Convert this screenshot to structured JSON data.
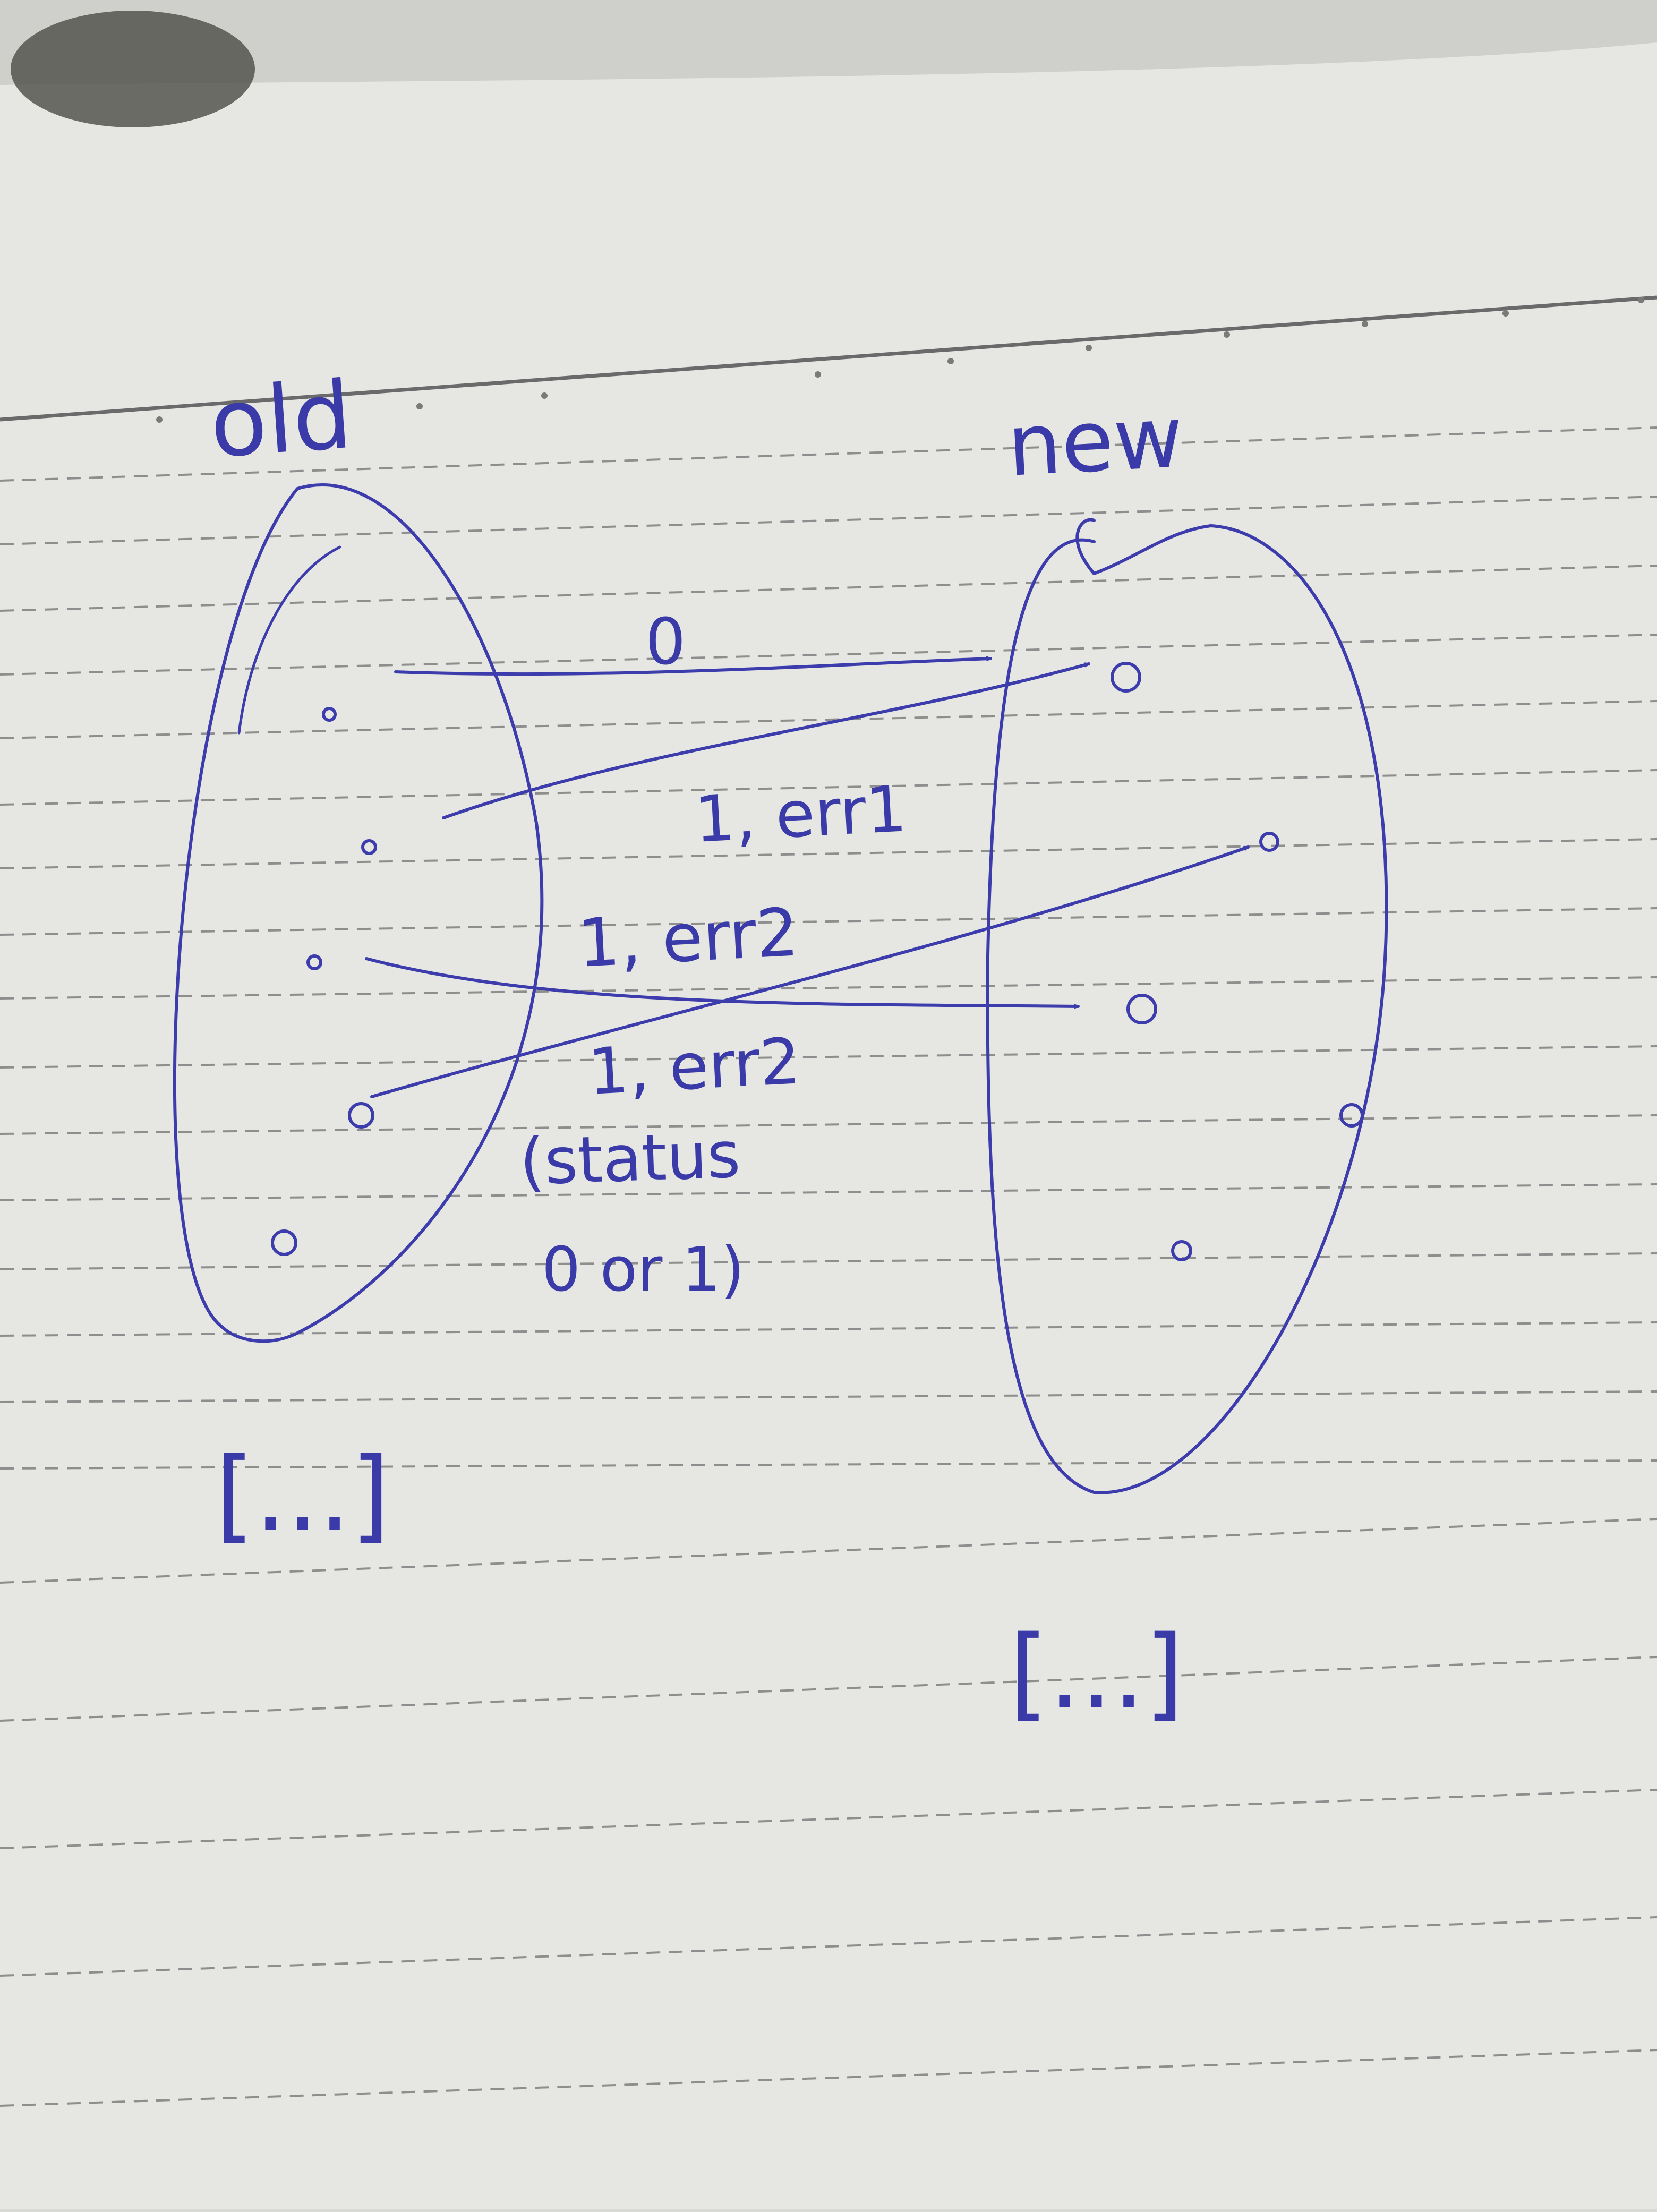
{
  "diagram": {
    "sets": {
      "left": {
        "title": "old",
        "footer": "[...]"
      },
      "right": {
        "title": "new",
        "footer": "[...]"
      }
    },
    "edges": [
      {
        "from": "left-1",
        "to": "right-1",
        "label": "0"
      },
      {
        "from": "left-2",
        "to": "right-1",
        "label": "1, err1"
      },
      {
        "from": "left-3",
        "to": "right-3",
        "label": "1, err2"
      },
      {
        "from": "left-4",
        "to": "right-2",
        "label": "1, err2"
      }
    ],
    "note": {
      "line1": "(status",
      "line2": "0 or 1)"
    }
  },
  "colors": {
    "ink": "#3c3cac",
    "paper": "#ebebe7",
    "rule": "#8a8a8a"
  }
}
